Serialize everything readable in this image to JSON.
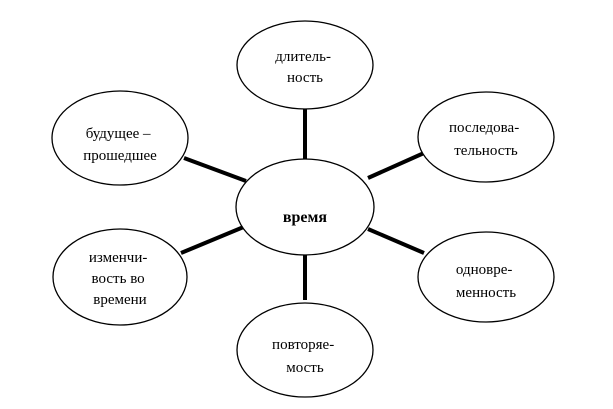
{
  "center": {
    "label": "время"
  },
  "nodes": [
    {
      "id": "duration",
      "lines": [
        "длитель-",
        "ность"
      ]
    },
    {
      "id": "sequence",
      "lines": [
        "последова-",
        "тельность"
      ]
    },
    {
      "id": "simultaneity",
      "lines": [
        "одновре-",
        "менность"
      ]
    },
    {
      "id": "repeatability",
      "lines": [
        "повторяе-",
        "мость"
      ]
    },
    {
      "id": "variability",
      "lines": [
        "изменчи-",
        "вость во",
        "времени"
      ]
    },
    {
      "id": "future-past",
      "lines": [
        "будущее –",
        "прошедшее"
      ]
    }
  ],
  "colors": {
    "stroke": "#000000",
    "fill": "#ffffff",
    "text": "#000000"
  }
}
